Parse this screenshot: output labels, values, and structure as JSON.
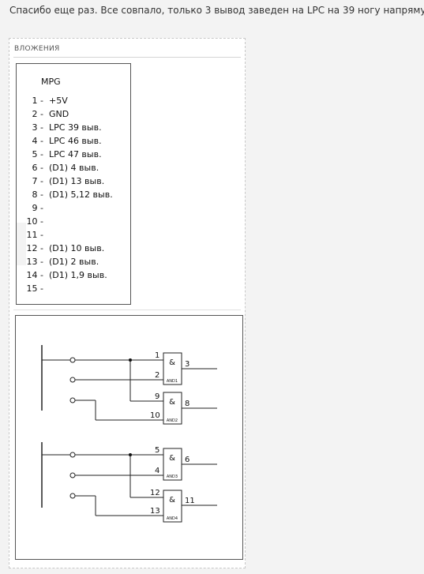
{
  "post": {
    "message": "Спасибо еще раз. Все совпало, только 3 вывод заведен на LPC на 39 ногу напрямую."
  },
  "attachments": {
    "header": "ВЛОЖЕНИЯ",
    "pinout": {
      "title": "MPG",
      "pins": [
        {
          "num": "1 -",
          "value": "+5V"
        },
        {
          "num": "2 -",
          "value": "GND"
        },
        {
          "num": "3 -",
          "value": "LPC 39 выв."
        },
        {
          "num": "4 -",
          "value": "LPC 46 выв."
        },
        {
          "num": "5 -",
          "value": "LPC 47 выв."
        },
        {
          "num": "6 -",
          "value": "(D1) 4 выв."
        },
        {
          "num": "7 -",
          "value": "(D1) 13 выв."
        },
        {
          "num": "8 -",
          "value": "(D1) 5,12 выв."
        },
        {
          "num": "9 -",
          "value": ""
        },
        {
          "num": "10 -",
          "value": ""
        },
        {
          "num": "11 -",
          "value": ""
        },
        {
          "num": "12 -",
          "value": "(D1) 10 выв."
        },
        {
          "num": "13 -",
          "value": "(D1) 2 выв."
        },
        {
          "num": "14 -",
          "value": "(D1) 1,9 выв."
        },
        {
          "num": "15 -",
          "value": ""
        }
      ]
    },
    "schematic": {
      "gate_symbol": "&",
      "gates": [
        {
          "label": "AND1",
          "in_a": "1",
          "in_b": "2",
          "out": "3"
        },
        {
          "label": "AND2",
          "in_a": "9",
          "in_b": "10",
          "out": "8"
        },
        {
          "label": "AND3",
          "in_a": "5",
          "in_b": "4",
          "out": "6"
        },
        {
          "label": "AND4",
          "in_a": "12",
          "in_b": "13",
          "out": "11"
        }
      ]
    }
  }
}
